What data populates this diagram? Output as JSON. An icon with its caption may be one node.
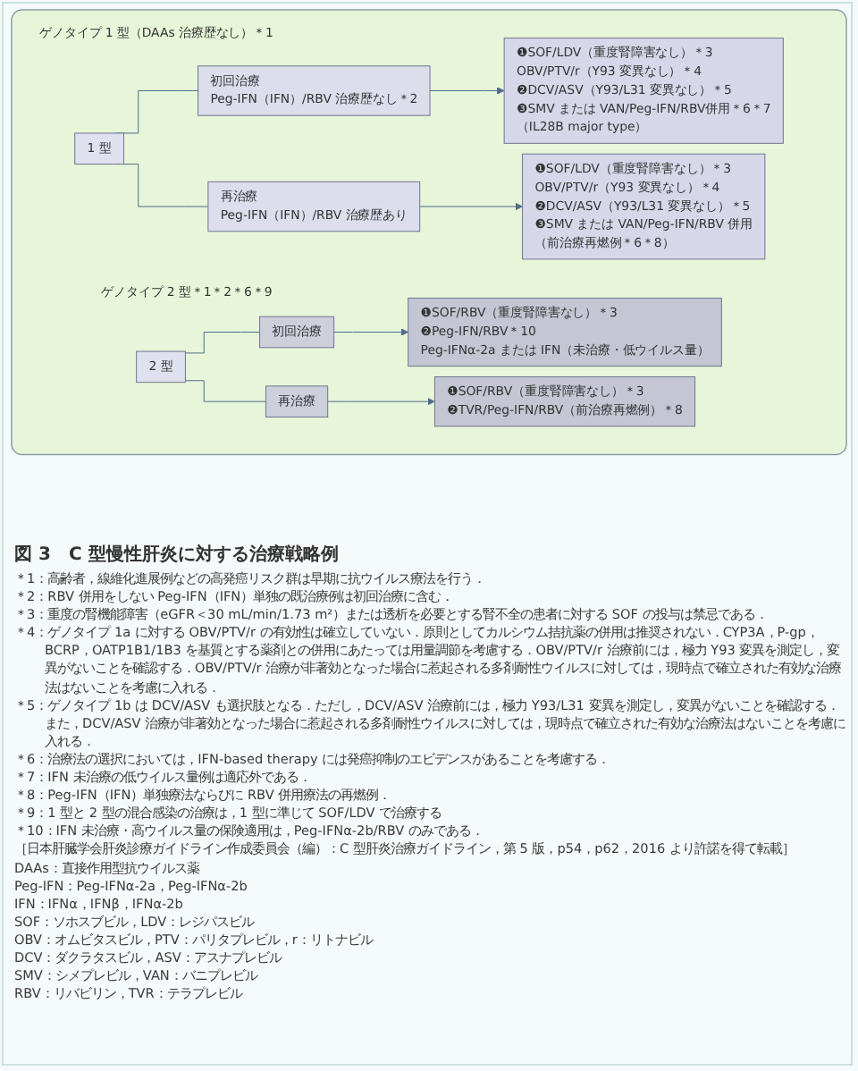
{
  "diagram": {
    "caption": "図 3　C 型慢性肝炎に対する治療戦略例",
    "nodes": [
      {
        "text": [
          "ゲノタイプ 1 型（DAAs 治療歴なし）＊1",
          "ゲノタイプ 2 型＊1＊2＊6＊9"
        ]
      },
      {
        "text": [
          "1 型"
        ],
        "in": 0
      },
      {
        "text": [
          "初回治療",
          "Peg-IFN（IFN）/RBV 治療歴なし＊2"
        ],
        "in": 0
      },
      {
        "text": [
          "❶SOF/LDV（重度腎障害なし）＊3",
          "OBV/PTV/r（Y93 変異なし）＊4",
          "❷DCV/ASV（Y93/L31 変異なし）＊5",
          "❸SMV または VAN/Peg-IFN/RBV併用＊6＊7",
          "（IL28B major type）"
        ],
        "in": 0
      },
      {
        "text": [
          "再治療",
          "Peg-IFN（IFN）/RBV 治療歴あり"
        ],
        "in": 0
      },
      {
        "text": [
          "❶SOF/LDV（重度腎障害なし）＊3",
          "OBV/PTV/r（Y93 変異なし）＊4",
          "❷DCV/ASV（Y93/L31 変異なし）＊5",
          "❸SMV または VAN/Peg-IFN/RBV 併用",
          "（前治療再燃例＊6＊8）"
        ],
        "in": 0
      },
      {
        "text": [
          "2 型"
        ],
        "in": 0
      },
      {
        "text": [
          "初回治療"
        ],
        "in": 0
      },
      {
        "text": [
          "❶SOF/RBV（重度腎障害なし）＊3",
          "❷Peg-IFN/RBV＊10",
          "Peg-IFNα-2a または IFN（未治療・低ウイルス量）"
        ],
        "in": 0
      },
      {
        "text": [
          "再治療"
        ],
        "in": 0
      },
      {
        "text": [
          "❶SOF/RBV（重度腎障害なし）＊3",
          "❷TVR/Peg-IFN/RBV（前治療再燃例）＊8"
        ],
        "in": 0
      }
    ],
    "edges": [
      {
        "from": 1,
        "to": 2,
        "arrow": "none"
      },
      {
        "from": 1,
        "to": 4,
        "arrow": "none"
      },
      {
        "from": 2,
        "to": 3,
        "arrow": "to"
      },
      {
        "from": 4,
        "to": 5,
        "arrow": "to"
      },
      {
        "from": 6,
        "to": 7,
        "arrow": "none"
      },
      {
        "from": 6,
        "to": 9,
        "arrow": "none"
      },
      {
        "from": 7,
        "to": 8,
        "arrow": "to"
      },
      {
        "from": 9,
        "to": 10,
        "arrow": "to"
      }
    ],
    "labels": [
      "＊1：高齢者，線維化進展例などの高発癌リスク群は早期に抗ウイルス療法を行う．",
      "＊2：RBV 併用をしない Peg-IFN（IFN）単独の既治療例は初回治療に含む．",
      "＊3：重度の腎機能障害（eGFR＜30 mL/min/1.73 m²）または透析を必要とする腎不全の患者に対する SOF の投与は禁忌である．",
      "＊4：ゲノタイプ 1a に対する OBV/PTV/r の有効性は確立していない．原則としてカルシウム拮抗薬の併用は推奨されない．CYP3A，P-gp，BCRP，OATP1B1/1B3 を基質とする薬剤との併用にあたっては用量調節を考慮する．OBV/PTV/r 治療前には，極力 Y93 変異を測定し，変異がないことを確認する．OBV/PTV/r 治療が非著効となった場合に惹起される多剤耐性ウイルスに対しては，現時点で確立された有効な治療法はないことを考慮に入れる．",
      "＊5：ゲノタイプ 1b は DCV/ASV も選択肢となる．ただし，DCV/ASV 治療前には，極力 Y93/L31 変異を測定し，変異がないことを確認する．また，DCV/ASV 治療が非著効となった場合に惹起される多剤耐性ウイルスに対しては，現時点で確立された有効な治療法はないことを考慮に入れる．",
      "＊6：治療法の選択においては，IFN-based therapy には発癌抑制のエビデンスがあることを考慮する．",
      "＊7：IFN 未治療の低ウイルス量例は適応外である．",
      "＊8：Peg-IFN（IFN）単独療法ならびに RBV 併用療法の再燃例．",
      "＊9：1 型と 2 型の混合感染の治療は，1 型に準じて SOF/LDV で治療する",
      "＊10：IFN 未治療・高ウイルス量の保険適用は，Peg-IFNα-2b/RBV のみである．",
      "［日本肝臓学会肝炎診療ガイドライン作成委員会（編）：C 型肝炎治療ガイドライン，第 5 版，p54，p62，2016 より許諾を得て転載］",
      "DAAs：直接作用型抗ウイルス薬",
      "Peg-IFN：Peg-IFNα-2a，Peg-IFNα-2b",
      "IFN：IFNα，IFNβ，IFNα-2b",
      "SOF：ソホスブビル，LDV：レジパスビル",
      "OBV：オムビタスビル，PTV：パリタプレビル，r：リトナビル",
      "DCV：ダクラタスビル，ASV：アスナプレビル",
      "SMV：シメプレビル，VAN：バニプレビル",
      "RBV：リバビリン，TVR：テラプレビル"
    ]
  }
}
